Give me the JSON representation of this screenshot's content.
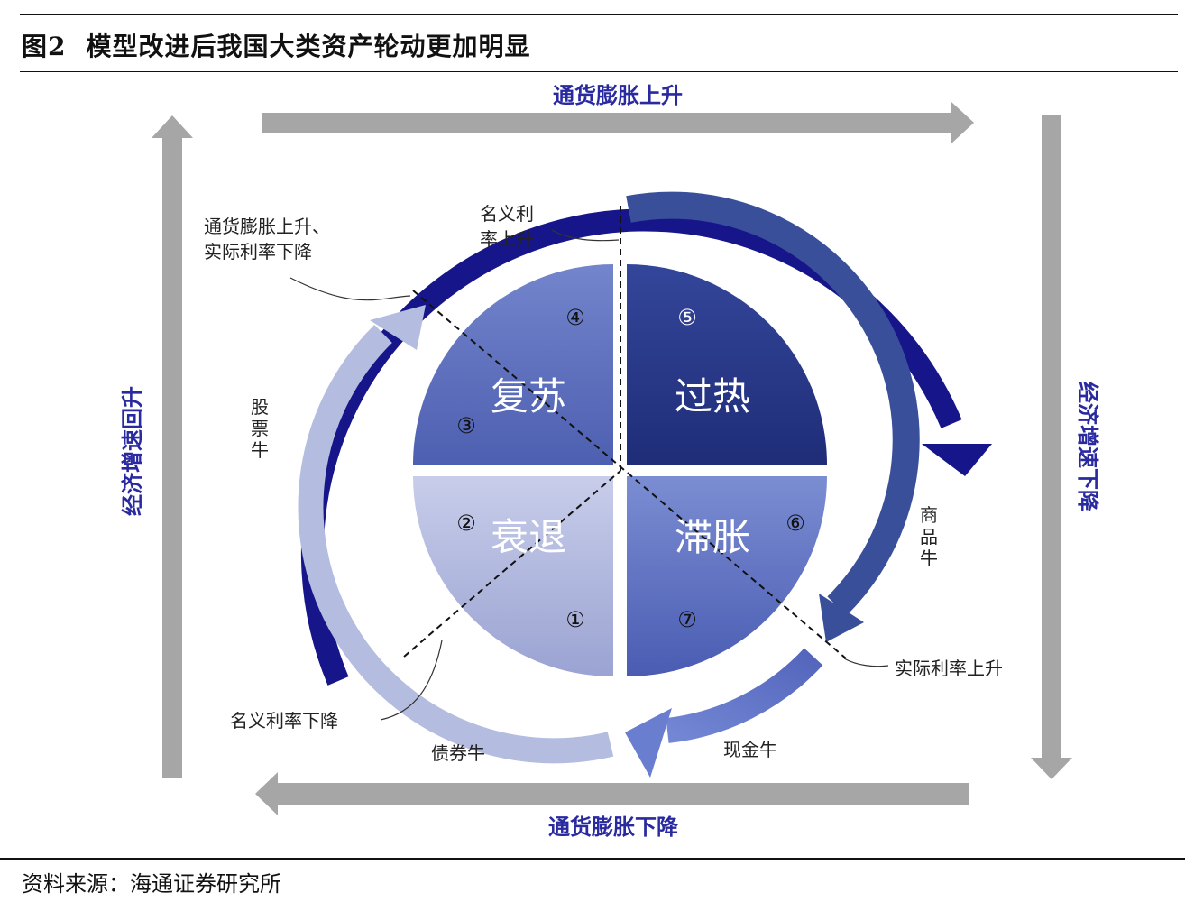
{
  "title": {
    "figure_number": "图2",
    "text": "模型改进后我国大类资产轮动更加明显"
  },
  "source": "资料来源：海通证券研究所",
  "axes": {
    "top": "通货膨胀上升",
    "bottom": "通货膨胀下降",
    "left": "经济增速回升",
    "right": "经济增速下降"
  },
  "quadrants": {
    "recovery": "复苏",
    "overheat": "过热",
    "recession": "衰退",
    "stagflation": "滞胀"
  },
  "stage_numbers": [
    "①",
    "②",
    "③",
    "④",
    "⑤",
    "⑥",
    "⑦"
  ],
  "annotations": {
    "nominal_rate_up": [
      "名义利",
      "率上升"
    ],
    "inflation_up_real_rate_down": [
      "通货膨胀上升、",
      "实际利率下降"
    ],
    "stock_bull": [
      "股",
      "票",
      "牛"
    ],
    "commodity_bull": [
      "商",
      "品",
      "牛"
    ],
    "real_rate_up": "实际利率上升",
    "nominal_rate_down": "名义利率下降",
    "bond_bull": "债券牛",
    "cash_bull": "现金牛"
  },
  "colors": {
    "axis_arrow": "#a6a6a6",
    "axis_label": "#2a2aa0",
    "outer_ring": "#16168a",
    "overheat_arrow": "#3a4f9a",
    "cash_arrow": "#6378c8",
    "bond_arrow": "#b4bde0",
    "recovery_top": "#6d80c8",
    "overheat_top": "#2e3f8e",
    "recession_top": "#c6cbe8",
    "stagflation_top": "#5a6ec0"
  }
}
